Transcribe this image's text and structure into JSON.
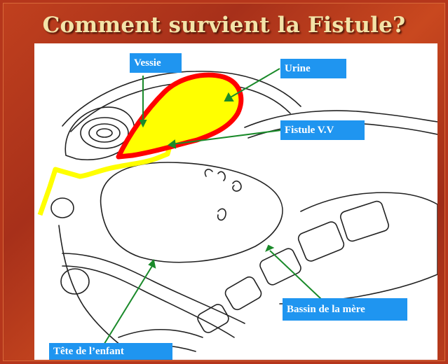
{
  "title": "Comment survient la Fistule?",
  "labels": {
    "vessie": "Vessie",
    "urine": "Urine",
    "fistule": "Fistule V.V",
    "bassin": "Bassin de la mère",
    "tete": "Tête de l’enfant"
  },
  "colors": {
    "background": "#b5361c",
    "title": "#f3e3a8",
    "label_fill": "#1f95f0",
    "urine": "#ffff00",
    "bladder_outline": "#ff0000",
    "arrow": "#1a8a2a"
  }
}
